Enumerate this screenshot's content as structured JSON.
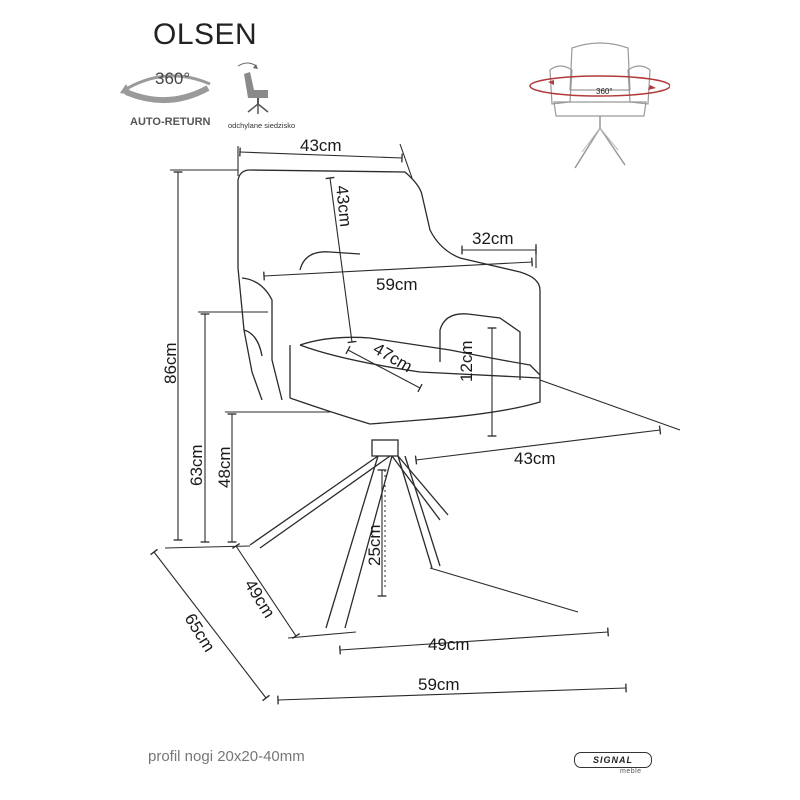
{
  "product": {
    "name": "OLSEN"
  },
  "features": {
    "rotation_degrees": "360°",
    "auto_return_label": "AUTO-RETURN",
    "recline_label": "odchylane siedzisko",
    "swivel_badge": "360°"
  },
  "dimensions": {
    "seat_back_width": "43cm",
    "backrest_height": "43cm",
    "armrest_length": "32cm",
    "overall_width_top": "59cm",
    "seat_depth": "47cm",
    "armrest_height": "12cm",
    "seat_width": "43cm",
    "total_height": "86cm",
    "armrest_floor_height": "63cm",
    "seat_height": "48cm",
    "leg_height": "25cm",
    "leg_base_depth": "49cm",
    "overall_depth": "65cm",
    "leg_base_width": "49cm",
    "overall_width_bottom": "59cm"
  },
  "footer": {
    "leg_profile": "profil nogi 20x20-40mm"
  },
  "brand": {
    "name": "SIGNAL",
    "sub": "meble"
  },
  "colors": {
    "line": "#2b2b2b",
    "accent_red": "#b33a3a",
    "icon_gray": "#8a8a8a"
  }
}
